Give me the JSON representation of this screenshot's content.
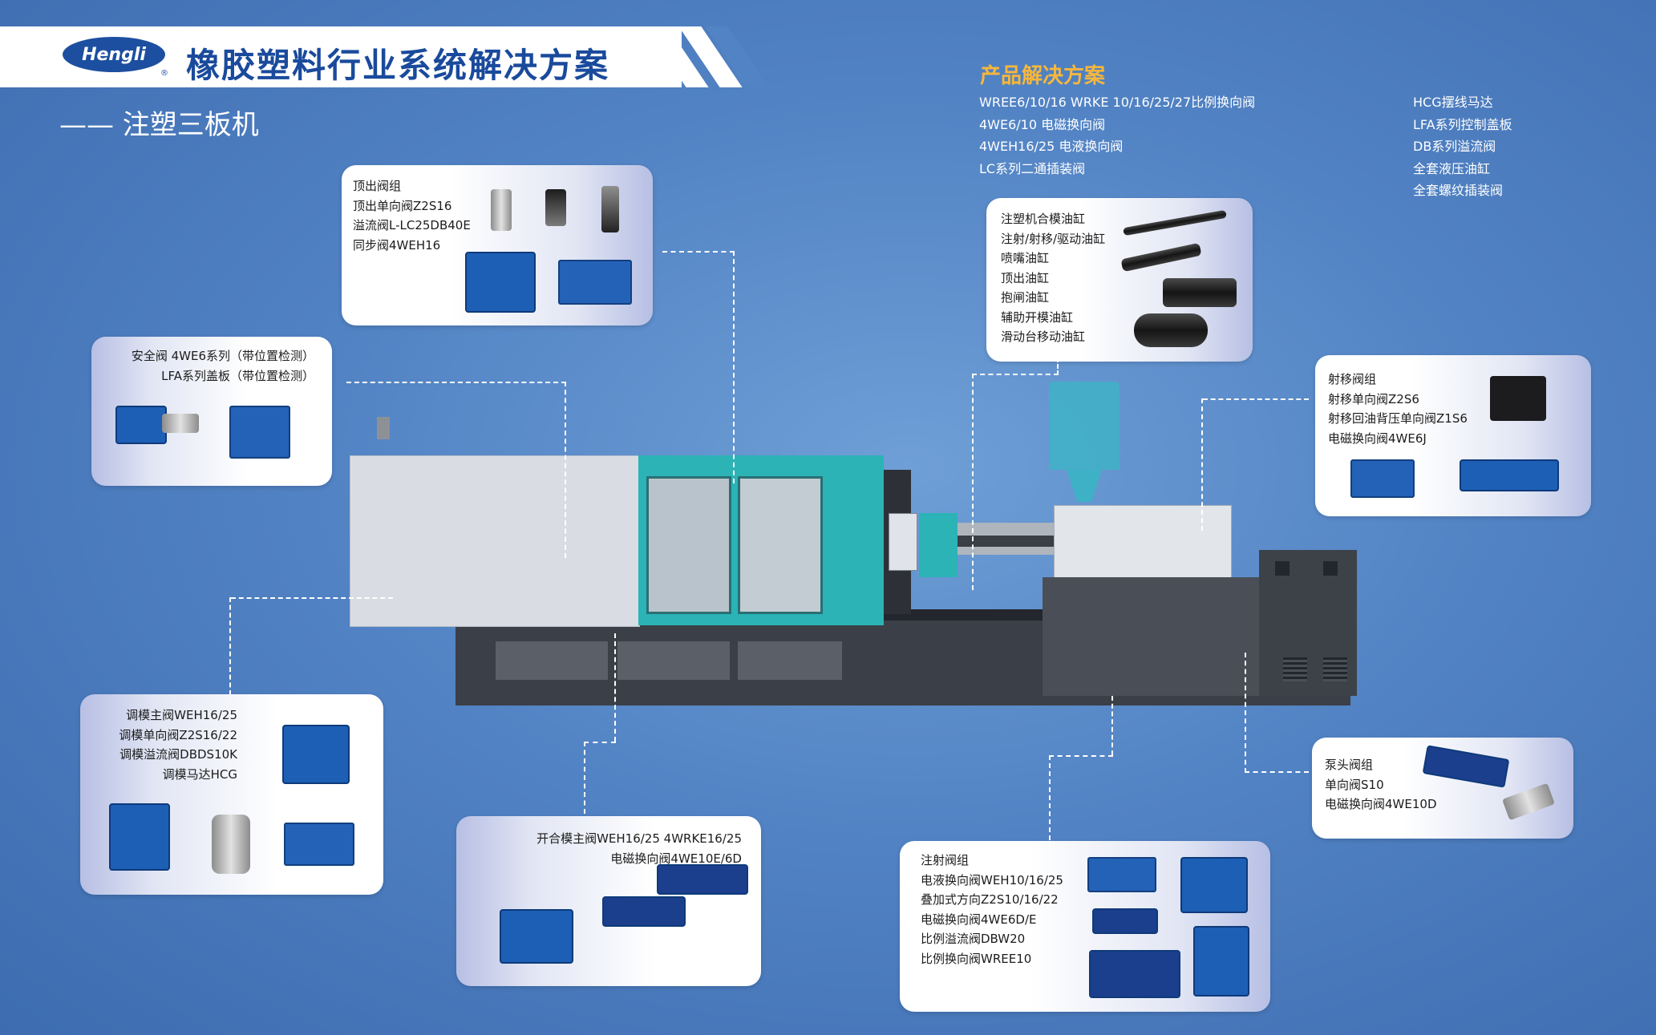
{
  "header": {
    "logo_text": "Hengli",
    "logo_reg": "®",
    "title": "橡胶塑料行业系统解决方案",
    "subtitle": "—— 注塑三板机"
  },
  "solutions": {
    "heading": "产品解决方案",
    "col1": [
      "WREE6/10/16  WRKE 10/16/25/27比例换向阀",
      "4WE6/10  电磁换向阀",
      "4WEH16/25  电液换向阀",
      "LC系列二通插装阀"
    ],
    "col2": [
      "HCG摆线马达",
      "LFA系列控制盖板",
      "DB系列溢流阀",
      "全套液压油缸",
      "全套螺纹插装阀"
    ]
  },
  "cards": {
    "ejector": [
      "顶出阀组",
      "顶出单向阀Z2S16",
      "溢流阀L-LC25DB40E",
      "同步阀4WEH16"
    ],
    "safety": [
      "安全阀 4WE6系列（带位置检测）",
      "LFA系列盖板（带位置检测）"
    ],
    "cylinders": [
      "注塑机合模油缸",
      "注射/射移/驱动油缸",
      "喷嘴油缸",
      "顶出油缸",
      "抱闸油缸",
      "辅助开模油缸",
      "滑动台移动油缸"
    ],
    "shot_move": [
      "射移阀组",
      "射移单向阀Z2S6",
      "射移回油背压单向阀Z1S6",
      "电磁换向阀4WE6J"
    ],
    "mold_adjust": [
      "调模主阀WEH16/25",
      "调模单向阀Z2S16/22",
      "调模溢流阀DBDS10K",
      "调模马达HCG"
    ],
    "open_close": [
      "开合模主阀WEH16/25    4WRKE16/25",
      "电磁换向阀4WE10E/6D"
    ],
    "pump_head": [
      "泵头阀组",
      "单向阀S10",
      "电磁换向阀4WE10D"
    ],
    "injection": [
      "注射阀组",
      "电液换向阀WEH10/16/25",
      "叠加式方向Z2S10/16/22",
      "电磁换向阀4WE6D/E",
      "比例溢流阀DBW20",
      "比例换向阀WREE10"
    ]
  },
  "colors": {
    "background": "#5283c4",
    "title_blue": "#1a4a9c",
    "accent_orange": "#f6b73c",
    "machine_teal": "#2bb3b6"
  }
}
